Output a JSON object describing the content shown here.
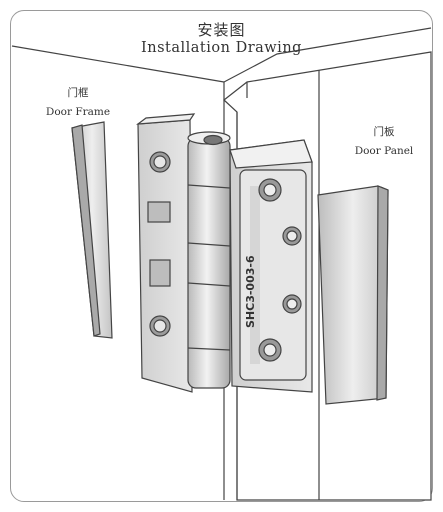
{
  "title": {
    "cn": "安装图",
    "en": "Installation Drawing"
  },
  "labels": {
    "door_frame": {
      "cn": "门框",
      "en": "Door Frame"
    },
    "door_panel": {
      "cn": "门板",
      "en": "Door Panel"
    },
    "part_code": "SHC3-003-6"
  },
  "colors": {
    "line": "#444444",
    "metal": "#d9d9d9",
    "metal_dark": "#a9a9a9",
    "border": "#9a9a9a"
  }
}
